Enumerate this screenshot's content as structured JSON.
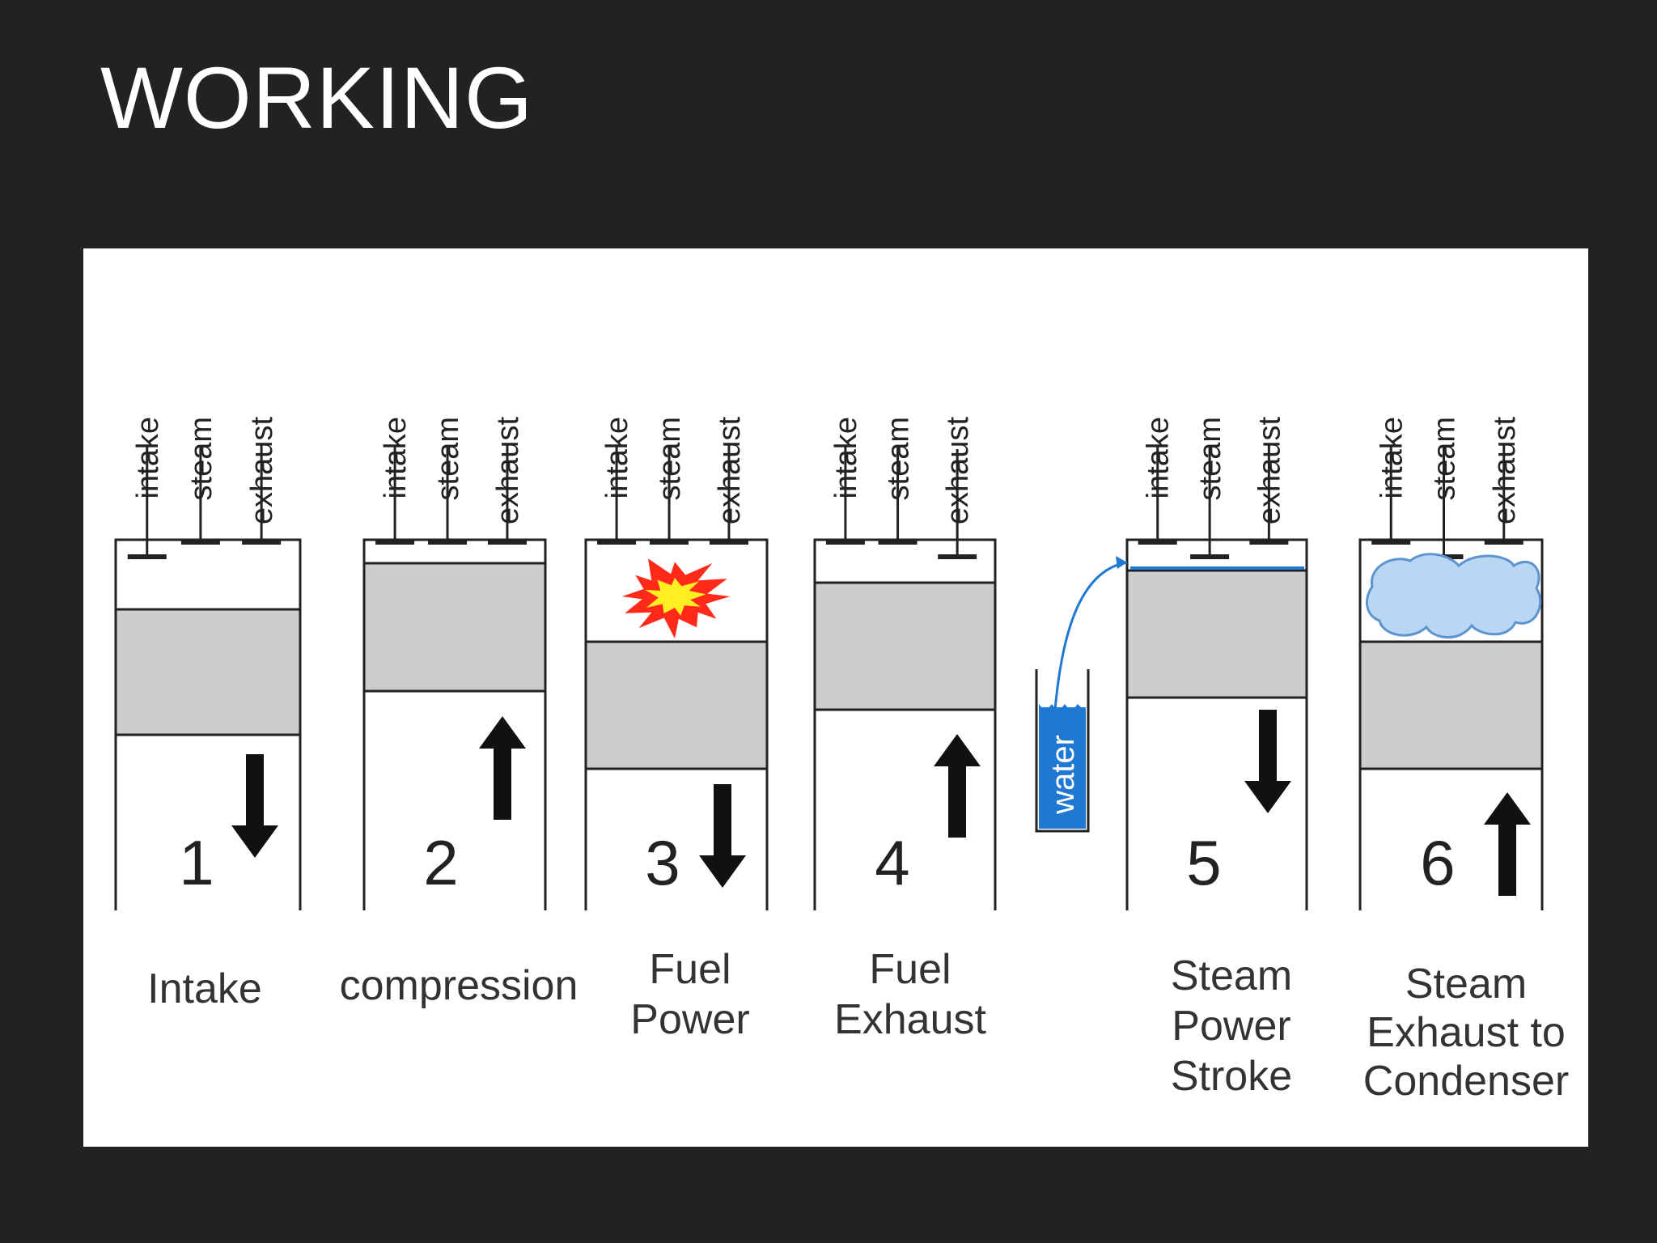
{
  "title": "WORKING",
  "colors": {
    "background": "#222222",
    "panel": "#ffffff",
    "piston": "#cccccc",
    "ink": "#222222",
    "water": "#1f78d1",
    "steam_cloud": "#b9d6f2",
    "flame_outer": "#ff2a1a",
    "flame_inner": "#ffee22"
  },
  "port_labels": [
    "intake",
    "steam",
    "exhaust"
  ],
  "water_label": "water",
  "strokes": [
    {
      "number": "1",
      "caption": [
        "Intake"
      ],
      "piston_motion": "down",
      "open_valve": "intake",
      "chamber": "empty"
    },
    {
      "number": "2",
      "caption": [
        "compression"
      ],
      "piston_motion": "up",
      "open_valve": "none",
      "chamber": "empty"
    },
    {
      "number": "3",
      "caption": [
        "Fuel",
        "Power"
      ],
      "piston_motion": "down",
      "open_valve": "none",
      "chamber": "combustion-flame"
    },
    {
      "number": "4",
      "caption": [
        "Fuel",
        "Exhaust"
      ],
      "piston_motion": "up",
      "open_valve": "exhaust",
      "chamber": "empty"
    },
    {
      "number": "5",
      "caption": [
        "Steam",
        "Power",
        "Stroke"
      ],
      "piston_motion": "down",
      "open_valve": "steam",
      "chamber": "water-injection"
    },
    {
      "number": "6",
      "caption": [
        "Steam",
        "Exhaust to",
        "Condenser"
      ],
      "piston_motion": "up",
      "open_valve": "steam",
      "chamber": "steam-cloud"
    }
  ]
}
